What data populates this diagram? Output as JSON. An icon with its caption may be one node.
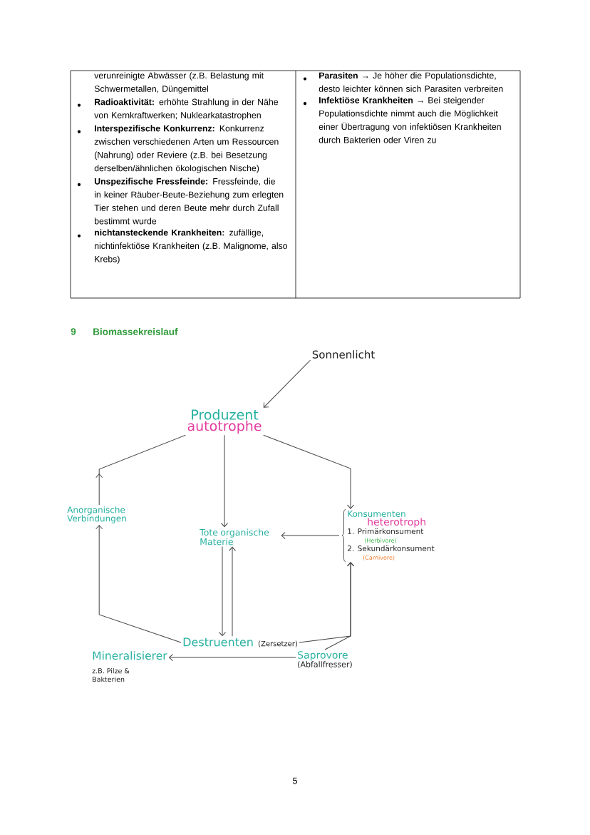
{
  "diagram": {
    "title": "Biomassekreislauf",
    "nodes": [
      {
        "text": [
          "Sonnenlicht"
        ]
      },
      {
        "text": [
          "Produzent",
          "autotrophe"
        ]
      },
      {
        "text": [
          "Anorganische Verbindungen"
        ]
      },
      {
        "text": [
          "Tote organische Materie"
        ]
      },
      {
        "text": [
          "Konsumenten",
          "heterotroph",
          "1. Primärkonsument",
          "(Herbivore)",
          "2. Sekundärkonsument",
          "(Carnivore)"
        ]
      },
      {
        "text": [
          "Destruenten",
          "(Zersetzer)"
        ]
      },
      {
        "text": [
          "Mineralisierer",
          "z.B. Pilze & Bakterien"
        ]
      },
      {
        "text": [
          "Saprovore",
          "(Abfallfresser)"
        ]
      }
    ],
    "edges": [
      {
        "from": 0,
        "to": 1,
        "arrow": "to"
      },
      {
        "from": 2,
        "to": 1,
        "arrow": "to"
      },
      {
        "from": 1,
        "to": 3,
        "arrow": "to"
      },
      {
        "from": 1,
        "to": 4,
        "arrow": "to"
      },
      {
        "from": 4,
        "to": 3,
        "arrow": "to"
      },
      {
        "from": 3,
        "to": 5,
        "arrow": "to"
      },
      {
        "from": 5,
        "to": 3,
        "arrow": "to"
      },
      {
        "from": 5,
        "to": 2,
        "arrow": "to"
      },
      {
        "from": 5,
        "to": 4,
        "arrow": "to"
      },
      {
        "from": 7,
        "to": 4,
        "arrow": "to"
      },
      {
        "from": 7,
        "to": 6,
        "arrow": "to"
      }
    ],
    "labels": [
      "verunreinigte Abwässer (z.B. Belastung mit Schwermetallen, Düngemittel",
      "**Radioaktivität:** erhöhte Strahlung in der Nähe von Kernkraftwerken; Nuklearkatastrophen",
      "**Interspezifische Konkurrenz:** Konkurrenz zwischen verschiedenen Arten um Ressourcen (Nahrung) oder Reviere (z.B. bei Besetzung derselben/ähnlichen ökologischen Nische)",
      "**Unspezifische Fressfeinde:** Fressfeinde, die in keiner Räuber-Beute-Beziehung zum erlegten Tier stehen und deren Beute mehr durch Zufall bestimmt wurde",
      "**nichtansteckende Krankheiten:** zufällige, nichtinfektiöse Krankheiten (z.B. Malignome, also Krebs)",
      "**Parasiten** → Je höher die Populationsdichte, desto leichter können sich Parasiten verbreiten",
      "**Infektiöse Krankheiten** → Bei steigender Populationsdichte nimmt auch die Möglichkeit einer Übertragung von infektiösen Krankheiten durch Bakterien oder Viren zu",
      "9",
      "5"
    ]
  }
}
